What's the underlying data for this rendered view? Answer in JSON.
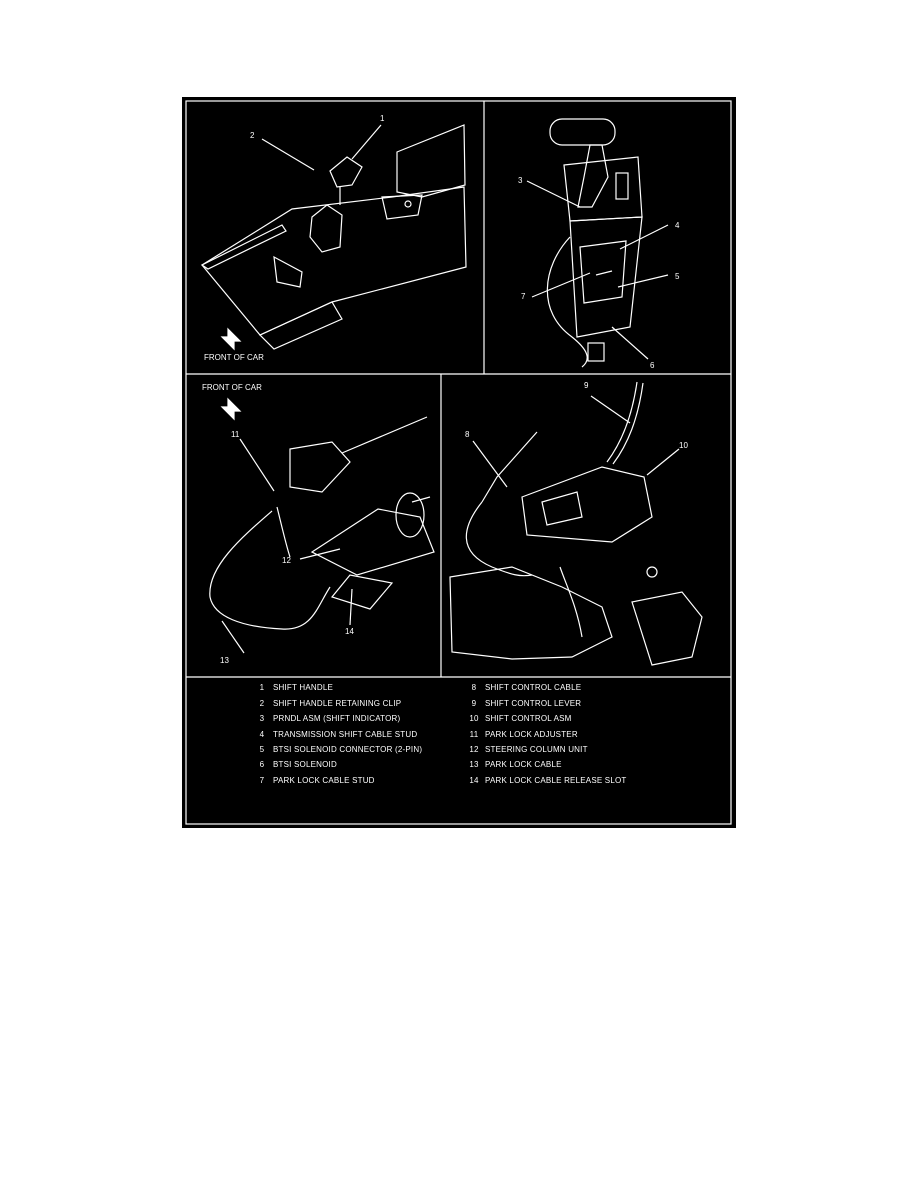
{
  "panels": {
    "top_left": {
      "front_label": "FRONT OF CAR",
      "callouts": [
        "1",
        "2"
      ]
    },
    "top_right": {
      "callouts": [
        "3",
        "4",
        "5",
        "6",
        "7"
      ]
    },
    "bottom_left": {
      "front_label": "FRONT OF CAR",
      "callouts": [
        "11",
        "12",
        "13",
        "14"
      ]
    },
    "bottom_right": {
      "callouts": [
        "8",
        "9",
        "10"
      ]
    }
  },
  "legend": {
    "left": [
      {
        "num": "1",
        "text": "SHIFT HANDLE"
      },
      {
        "num": "2",
        "text": "SHIFT HANDLE RETAINING CLIP"
      },
      {
        "num": "3",
        "text": "PRNDL ASM (SHIFT INDICATOR)"
      },
      {
        "num": "4",
        "text": "TRANSMISSION SHIFT CABLE STUD"
      },
      {
        "num": "5",
        "text": "BTSI SOLENOID CONNECTOR (2-PIN)"
      },
      {
        "num": "6",
        "text": "BTSI SOLENOID"
      },
      {
        "num": "7",
        "text": "PARK LOCK CABLE STUD"
      }
    ],
    "right": [
      {
        "num": "8",
        "text": "SHIFT CONTROL CABLE"
      },
      {
        "num": "9",
        "text": "SHIFT CONTROL LEVER"
      },
      {
        "num": "10",
        "text": "SHIFT CONTROL ASM"
      },
      {
        "num": "11",
        "text": "PARK LOCK ADJUSTER"
      },
      {
        "num": "12",
        "text": "STEERING COLUMN UNIT"
      },
      {
        "num": "13",
        "text": "PARK LOCK CABLE"
      },
      {
        "num": "14",
        "text": "PARK LOCK CABLE RELEASE SLOT"
      }
    ]
  },
  "colors": {
    "background": "#000000",
    "ink": "#ffffff",
    "page": "#ffffff"
  }
}
